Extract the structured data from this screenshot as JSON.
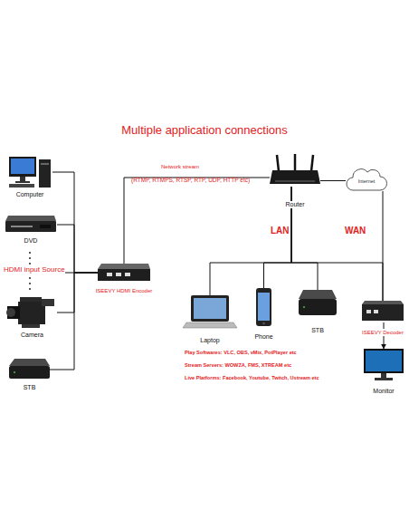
{
  "diagram": {
    "title": "Multiple application connections",
    "nodes": [
      {
        "text": [
          "Computer"
        ]
      },
      {
        "text": [
          "DVD"
        ]
      },
      {
        "text": [
          "Camera"
        ]
      },
      {
        "text": [
          "STB"
        ]
      },
      {
        "text": [
          "ISEEVY HDMI Encoder"
        ]
      },
      {
        "text": [
          "Router"
        ]
      },
      {
        "text": [
          "Internet"
        ]
      },
      {
        "text": [
          "Laptop"
        ]
      },
      {
        "text": [
          "Phone"
        ]
      },
      {
        "text": [
          "STB"
        ]
      },
      {
        "text": [
          "ISEEVY Decoder"
        ]
      },
      {
        "text": [
          "Monitor"
        ]
      }
    ],
    "edges": [
      {
        "from": 0,
        "to": 4,
        "arrow": "none"
      },
      {
        "from": 1,
        "to": 4,
        "arrow": "none"
      },
      {
        "from": 2,
        "to": 4,
        "arrow": "none"
      },
      {
        "from": 3,
        "to": 4,
        "arrow": "none"
      },
      {
        "from": 4,
        "to": 5,
        "label": "Network stream",
        "arrow": "none"
      },
      {
        "from": 5,
        "to": 6,
        "arrow": "none"
      },
      {
        "from": 5,
        "to": 7,
        "arrow": "none"
      },
      {
        "from": 5,
        "to": 8,
        "arrow": "none"
      },
      {
        "from": 5,
        "to": 9,
        "arrow": "none"
      },
      {
        "from": 5,
        "to": 10,
        "arrow": "none"
      },
      {
        "from": 6,
        "to": 10,
        "arrow": "none"
      },
      {
        "from": 10,
        "to": 11,
        "arrow": "to"
      }
    ],
    "labels": [
      "HDMI input Source",
      "(RTMP, RTMPS, RTSP, RTP, UDP, HTTP etc)",
      "LAN",
      "WAN",
      "Play Softwares: VLC, OBS, vMix, PotPlayer etc",
      "Stream Servers: WOWZA, FMS, XTREAM etc",
      "Live Platforms: Facebook, Youtube, Twitch, Ustream etc"
    ]
  }
}
